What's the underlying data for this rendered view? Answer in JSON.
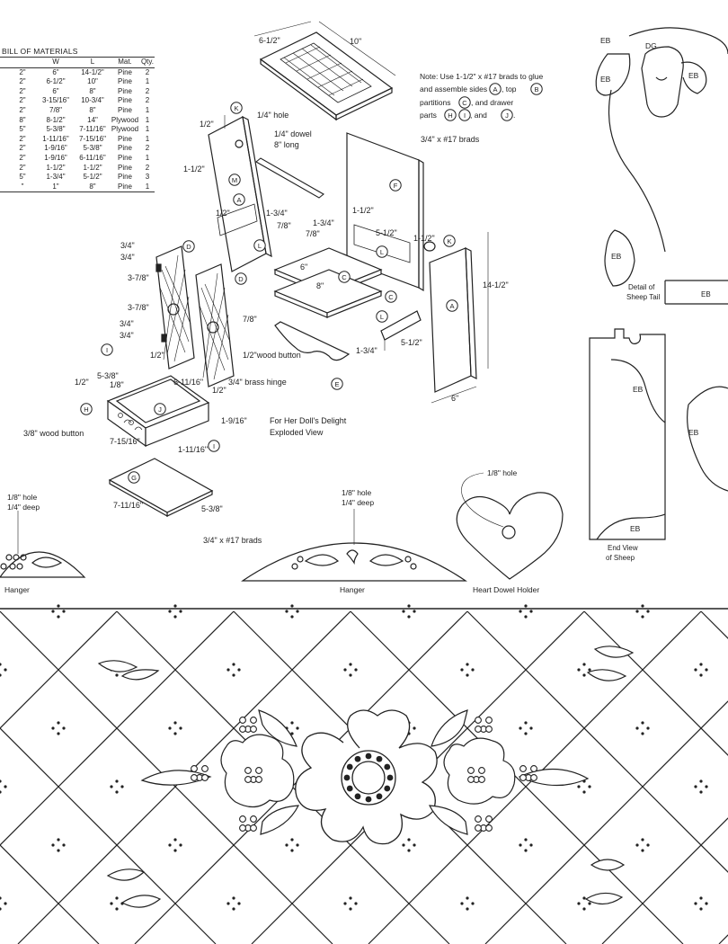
{
  "bill_of_materials": {
    "title": "BILL OF MATERIALS",
    "headers": [
      "",
      "W",
      "L",
      "Mat.",
      "Qty."
    ],
    "rows": [
      [
        "2\"",
        "6\"",
        "14-1/2\"",
        "Pine",
        "2"
      ],
      [
        "2\"",
        "6-1/2\"",
        "10\"",
        "Pine",
        "1"
      ],
      [
        "2\"",
        "6\"",
        "8\"",
        "Pine",
        "2"
      ],
      [
        "2\"",
        "3-15/16\"",
        "10-3/4\"",
        "Pine",
        "2"
      ],
      [
        "2\"",
        "7/8\"",
        "8\"",
        "Pine",
        "1"
      ],
      [
        "8\"",
        "8-1/2\"",
        "14\"",
        "Plywood",
        "1"
      ],
      [
        "5\"",
        "5-3/8\"",
        "7-11/16\"",
        "Plywood",
        "1"
      ],
      [
        "2\"",
        "1-11/16\"",
        "7-15/16\"",
        "Pine",
        "1"
      ],
      [
        "2\"",
        "1-9/16\"",
        "5-3/8\"",
        "Pine",
        "2"
      ],
      [
        "2\"",
        "1-9/16\"",
        "6-11/16\"",
        "Pine",
        "1"
      ],
      [
        "2\"",
        "1-1/2\"",
        "1-1/2\"",
        "Pine",
        "2"
      ],
      [
        "5\"",
        "1-3/4\"",
        "5-1/2\"",
        "Pine",
        "3"
      ],
      [
        "\"",
        "1\"",
        "8\"",
        "Pine",
        "1"
      ]
    ]
  },
  "note": {
    "line1": "Note: Use 1-1/2\" x #17 brads to glue",
    "line2_a": "and assemble sides",
    "line2_b": ", top",
    "line3_a": "partitions",
    "line3_b": ", and drawer",
    "line4_a": "parts",
    "line4_b": ", and",
    "line4_c": "."
  },
  "part_letters": {
    "A": "A",
    "B": "B",
    "C": "C",
    "D": "D",
    "E": "E",
    "F": "F",
    "G": "G",
    "H": "H",
    "I": "I",
    "J": "J",
    "K": "K",
    "L": "L",
    "M": "M"
  },
  "dimensions": {
    "top_w": "6-1/2\"",
    "top_l": "10\"",
    "half": "1/2\"",
    "quarter_hole": "1/4\" hole",
    "dowel_a": "1/4\" dowel",
    "dowel_b": "8\" long",
    "one_half_a": "1-1/2\"",
    "one_half_b": "1-1/2\"",
    "one_half_c": "1-1/2\"",
    "half_b": "1/2\"",
    "one_three_quarter_a": "1-3/4\"",
    "seven_eighths_a": "7/8\"",
    "one_three_quarter_b": "1-3/4\"",
    "seven_eighths_b": "7/8\"",
    "five_half_a": "5-1/2\"",
    "brads_top": "3/4\" x #17 brads",
    "three_quarter_a": "3/4\"",
    "three_quarter_b": "3/4\"",
    "three_seven_eighths_a": "3-7/8\"",
    "three_seven_eighths_b": "3-7/8\"",
    "three_quarter_c": "3/4\"",
    "three_quarter_d": "3/4\"",
    "six": "6\"",
    "eight": "8\"",
    "seven_eighths_c": "7/8\"",
    "one_three_quarter_c": "1-3/4\"",
    "five_half_b": "5-1/2\"",
    "fourteen_half": "14-1/2\"",
    "six_b": "6\"",
    "wood_button_half": "1/2\"wood button",
    "brass_hinge": "3/4\" brass hinge",
    "five_three_eighths": "5-3/8\"",
    "half_c": "1/2\"",
    "half_d": "1/2\"",
    "eighth": "1/8\"",
    "six_eleven_sixteenths": "6-11/16\"",
    "half_e": "1/2\"",
    "one_nine_sixteenths": "1-9/16\"",
    "one_eleven_sixteenths": "1-11/16\"",
    "seven_fifteen_sixteenths": "7-15/16\"",
    "wood_button_3_8": "3/8\" wood button",
    "seven_eleven_sixteenths": "7-11/16\"",
    "five_three_eighths_b": "5-3/8\"",
    "brads_bottom": "3/4\" x #17 brads"
  },
  "caption": {
    "line1": "For Her Doll's Delight",
    "line2": "Exploded View"
  },
  "sheep": {
    "eb": "EB",
    "dg": "DG",
    "detail_line1": "Detail of",
    "detail_line2": "Sheep Tail",
    "end_line1": "End View",
    "end_line2": "of Sheep"
  },
  "hanger_left": {
    "hole_line1": "1/8\" hole",
    "hole_line2": "1/4\" deep",
    "label": "Hanger"
  },
  "hanger_center": {
    "hole_line1": "1/8\" hole",
    "hole_line2": "1/4\" deep",
    "label": "Hanger"
  },
  "heart": {
    "hole": "1/8\" hole",
    "label": "Heart Dowel Holder"
  }
}
